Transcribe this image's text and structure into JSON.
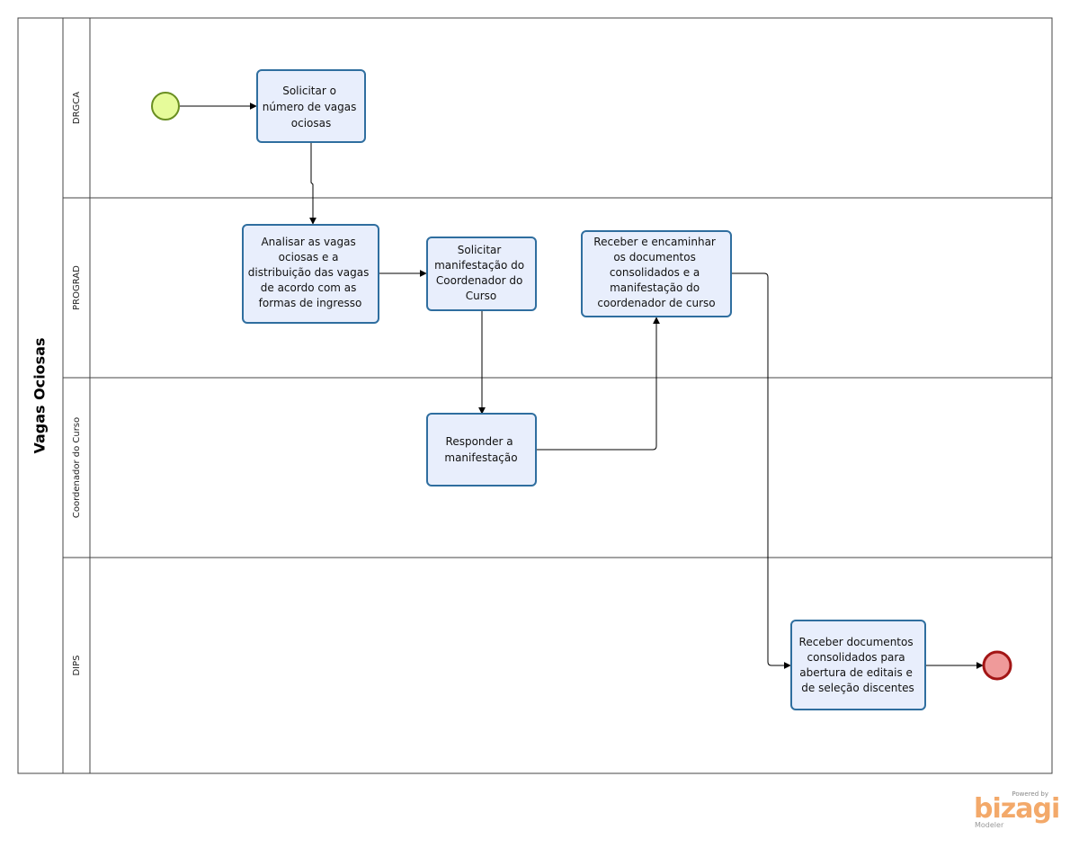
{
  "pool": {
    "title": "Vagas Ociosas"
  },
  "lanes": [
    {
      "id": "drgca",
      "label": "DRGCA"
    },
    {
      "id": "prograd",
      "label": "PROGRAD"
    },
    {
      "id": "coordenador",
      "label": "Coordenador do Curso"
    },
    {
      "id": "dips",
      "label": "DIPS"
    }
  ],
  "tasks": [
    {
      "id": "t1",
      "lines": [
        "Solicitar o",
        "número de vagas",
        "ociosas"
      ]
    },
    {
      "id": "t2",
      "lines": [
        "Analisar as vagas",
        "ociosas  e a",
        "distribuição das vagas",
        "de acordo com as",
        "formas de ingresso"
      ]
    },
    {
      "id": "t3",
      "lines": [
        "Solicitar",
        "manifestação do",
        "Coordenador do",
        "Curso"
      ]
    },
    {
      "id": "t4",
      "lines": [
        "Receber e encaminhar",
        "os documentos",
        "consolidados e a",
        "manifestação do",
        "coordenador de curso"
      ]
    },
    {
      "id": "t5",
      "lines": [
        "Responder a",
        "manifestação"
      ]
    },
    {
      "id": "t6",
      "lines": [
        "Receber documentos",
        "consolidados para",
        "abertura de editais e",
        "de seleção discentes"
      ]
    }
  ],
  "events": [
    {
      "id": "start",
      "kind": "start",
      "color": "#e6fb9a",
      "stroke": "#6a8f22"
    },
    {
      "id": "end",
      "kind": "end",
      "color": "#ef9a9a",
      "stroke": "#a31515"
    }
  ],
  "colors": {
    "task_fill": "#e8eefc",
    "task_stroke": "#2f6e9f",
    "line": "#000000",
    "border": "#444444"
  },
  "branding": {
    "powered": "Powered by",
    "brand": "bizagi",
    "sub": "Modeler"
  }
}
